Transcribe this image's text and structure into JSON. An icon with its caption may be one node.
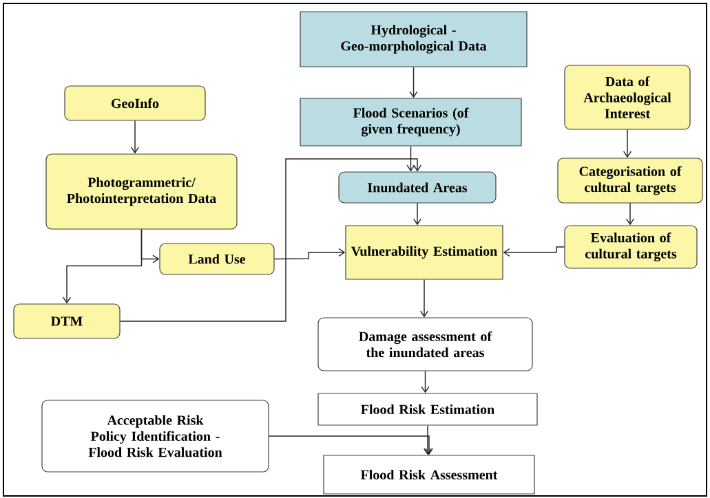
{
  "diagram": {
    "nodes": [
      {
        "text": [
          "Hydrological - Geo-morphological Data"
        ]
      },
      {
        "text": [
          "GeoInfo"
        ]
      },
      {
        "text": [
          "Data of Archaeological Interest"
        ]
      },
      {
        "text": [
          "Flood Scenarios (of given frequency)"
        ]
      },
      {
        "text": [
          "Photogrammetric/ Photointerpretation Data"
        ]
      },
      {
        "text": [
          "Categorisation of cultural targets"
        ]
      },
      {
        "text": [
          "Inundated Areas"
        ]
      },
      {
        "text": [
          "Land Use"
        ]
      },
      {
        "text": [
          "Vulnerability Estimation"
        ]
      },
      {
        "text": [
          "Evaluation of cultural targets"
        ]
      },
      {
        "text": [
          "DTM"
        ]
      },
      {
        "text": [
          "Damage assessment of the inundated areas"
        ]
      },
      {
        "text": [
          "Flood Risk Estimation"
        ]
      },
      {
        "text": [
          "Acceptable Risk Policy Identification - Flood Risk Evaluation"
        ]
      },
      {
        "text": [
          "Flood Risk Assessment"
        ]
      }
    ],
    "edges": [
      {
        "from": 0,
        "to": 3,
        "arrow": "to"
      },
      {
        "from": 1,
        "to": 4,
        "arrow": "to"
      },
      {
        "from": 2,
        "to": 5,
        "arrow": "to"
      },
      {
        "from": 5,
        "to": 9,
        "arrow": "to"
      },
      {
        "from": 3,
        "to": 6,
        "arrow": "to"
      },
      {
        "from": 6,
        "to": 8,
        "arrow": "to"
      },
      {
        "from": 4,
        "to": 7,
        "arrow": "to"
      },
      {
        "from": 4,
        "to": 10,
        "arrow": "to"
      },
      {
        "from": 10,
        "to": 6,
        "arrow": "to"
      },
      {
        "from": 7,
        "to": 8,
        "arrow": "to"
      },
      {
        "from": 9,
        "to": 8,
        "arrow": "to"
      },
      {
        "from": 8,
        "to": 11,
        "arrow": "to"
      },
      {
        "from": 11,
        "to": 12,
        "arrow": "to"
      },
      {
        "from": 13,
        "to": 14,
        "arrow": "to"
      },
      {
        "from": 12,
        "to": 14,
        "arrow": "to"
      }
    ]
  }
}
